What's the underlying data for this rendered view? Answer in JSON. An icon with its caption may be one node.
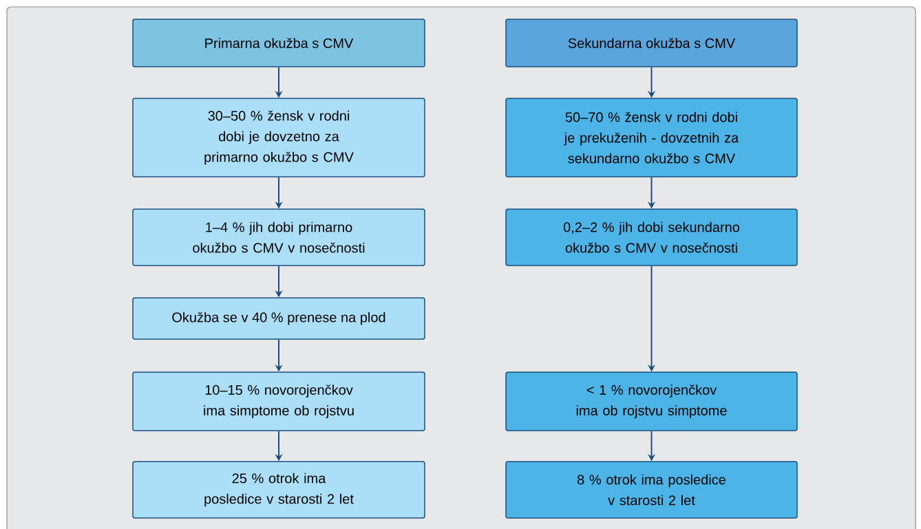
{
  "diagram": {
    "nodes": [
      {
        "text": [
          "Primarna okužba s CMV"
        ]
      },
      {
        "text": [
          "30–50 % žensk v rodni dobi je dovzetno za primarno okužbo s CMV"
        ]
      },
      {
        "text": [
          "1–4 % jih dobi primarno okužbo s CMV v nosečnosti"
        ]
      },
      {
        "text": [
          "Okužba se v 40 % prenese na plod"
        ]
      },
      {
        "text": [
          "10–15 % novorojenčkov ima simptome ob rojstvu"
        ]
      },
      {
        "text": [
          "25 % otrok ima posledice v starosti 2 let"
        ]
      },
      {
        "text": [
          "Sekundarna okužba s CMV"
        ]
      },
      {
        "text": [
          "50–70 % žensk v rodni dobi je prekuženih - dovzetnih za sekundarno okužbo s CMV"
        ]
      },
      {
        "text": [
          "0,2–2 % jih dobi sekundarno okužbo s CMV v nosečnosti"
        ]
      },
      {
        "text": [
          "< 1 % novorojenčkov ima ob rojstvu simptome"
        ]
      },
      {
        "text": [
          "8 % otrok ima posledice v starosti 2 let"
        ]
      }
    ],
    "edges": [
      {
        "from": 0,
        "to": 1,
        "arrow": "to"
      },
      {
        "from": 1,
        "to": 2,
        "arrow": "to"
      },
      {
        "from": 2,
        "to": 3,
        "arrow": "to"
      },
      {
        "from": 3,
        "to": 4,
        "arrow": "to"
      },
      {
        "from": 4,
        "to": 5,
        "arrow": "to"
      },
      {
        "from": 6,
        "to": 7,
        "arrow": "to"
      },
      {
        "from": 7,
        "to": 8,
        "arrow": "to"
      },
      {
        "from": 8,
        "to": 9,
        "arrow": "to"
      },
      {
        "from": 9,
        "to": 10,
        "arrow": "to"
      }
    ]
  }
}
